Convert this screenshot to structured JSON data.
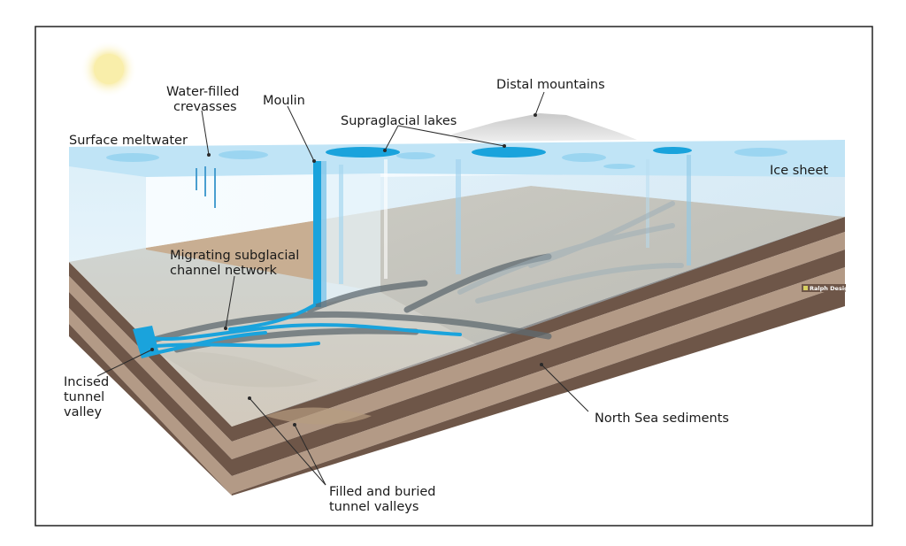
{
  "diagram": {
    "labels": {
      "water_filled_crevasses_line1": "Water-filled",
      "water_filled_crevasses_line2": "crevasses",
      "moulin": "Moulin",
      "distal_mountains": "Distal mountains",
      "supraglacial_lakes": "Supraglacial lakes",
      "surface_meltwater": "Surface meltwater",
      "ice_sheet": "Ice sheet",
      "migrating_line1": "Migrating subglacial",
      "migrating_line2": "channel network",
      "incised_line1": "Incised",
      "incised_line2": "tunnel",
      "incised_line3": "valley",
      "north_sea_sediments": "North Sea sediments",
      "filled_line1": "Filled and buried",
      "filled_line2": "tunnel valleys"
    },
    "credit": "Ralph Design",
    "colors": {
      "ice_surface": "#bfe3f5",
      "ice_body": "#cfe9f6",
      "meltwater": "#1aa3dc",
      "sediment_dark": "#6e5648",
      "sediment_light": "#b39a86",
      "ground": "#c8ae92",
      "sun": "#f6e89a",
      "mountain": "#d4d4d4"
    }
  }
}
